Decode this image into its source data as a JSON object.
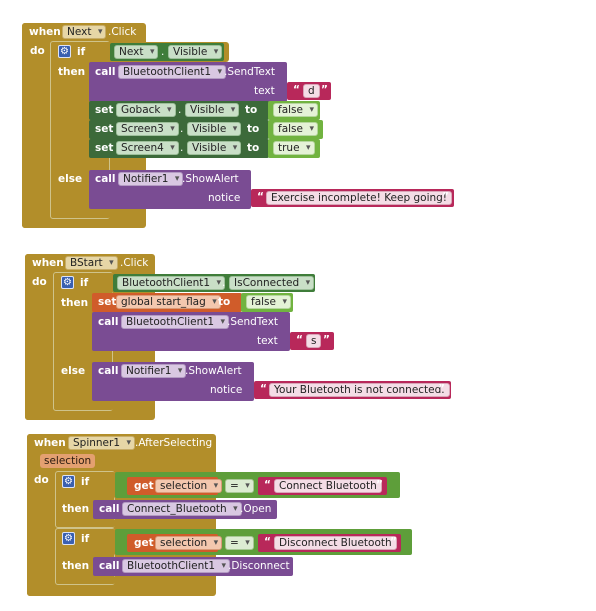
{
  "kw": {
    "when": "when",
    "do": "do",
    "if": "if",
    "then": "then",
    "else": "else",
    "call": "call",
    "set": "set",
    "to": "to",
    "get": "get",
    "text": "text",
    "notice": "notice",
    "eq": "=",
    "dot": ".",
    "quote": "“",
    "quote_close": "”"
  },
  "event1": {
    "component": "Next",
    "event": ".Click",
    "cond_component": "Next",
    "cond_prop": "Visible",
    "send_component": "BluetoothClient1",
    "send_method": ".SendText",
    "send_text": "d",
    "sets": [
      {
        "component": "Goback",
        "prop": "Visible",
        "value": "false"
      },
      {
        "component": "Screen3",
        "prop": "Visible",
        "value": "false"
      },
      {
        "component": "Screen4",
        "prop": "Visible",
        "value": "true"
      }
    ],
    "alert_component": "Notifier1",
    "alert_method": ".ShowAlert",
    "alert_text": "Exercise incomplete! Keep going!"
  },
  "event2": {
    "component": "BStart",
    "event": ".Click",
    "cond_component": "BluetoothClient1",
    "cond_prop": "IsConnected",
    "global_var": "global start_flag",
    "global_value": "false",
    "send_component": "BluetoothClient1",
    "send_method": ".SendText",
    "send_text": "s",
    "alert_component": "Notifier1",
    "alert_method": ".ShowAlert",
    "alert_text": "Your Bluetooth is not connected."
  },
  "event3": {
    "component": "Spinner1",
    "event": ".AfterSelecting",
    "param": "selection",
    "if1_var": "selection",
    "if1_text": "Connect Bluetooth",
    "proc1_component": "Connect_Bluetooth",
    "proc1_method": ".Open",
    "if2_var": "selection",
    "if2_text": "Disconnect Bluetooth",
    "proc2_component": "BluetoothClient1",
    "proc2_method": ".Disconnect"
  }
}
